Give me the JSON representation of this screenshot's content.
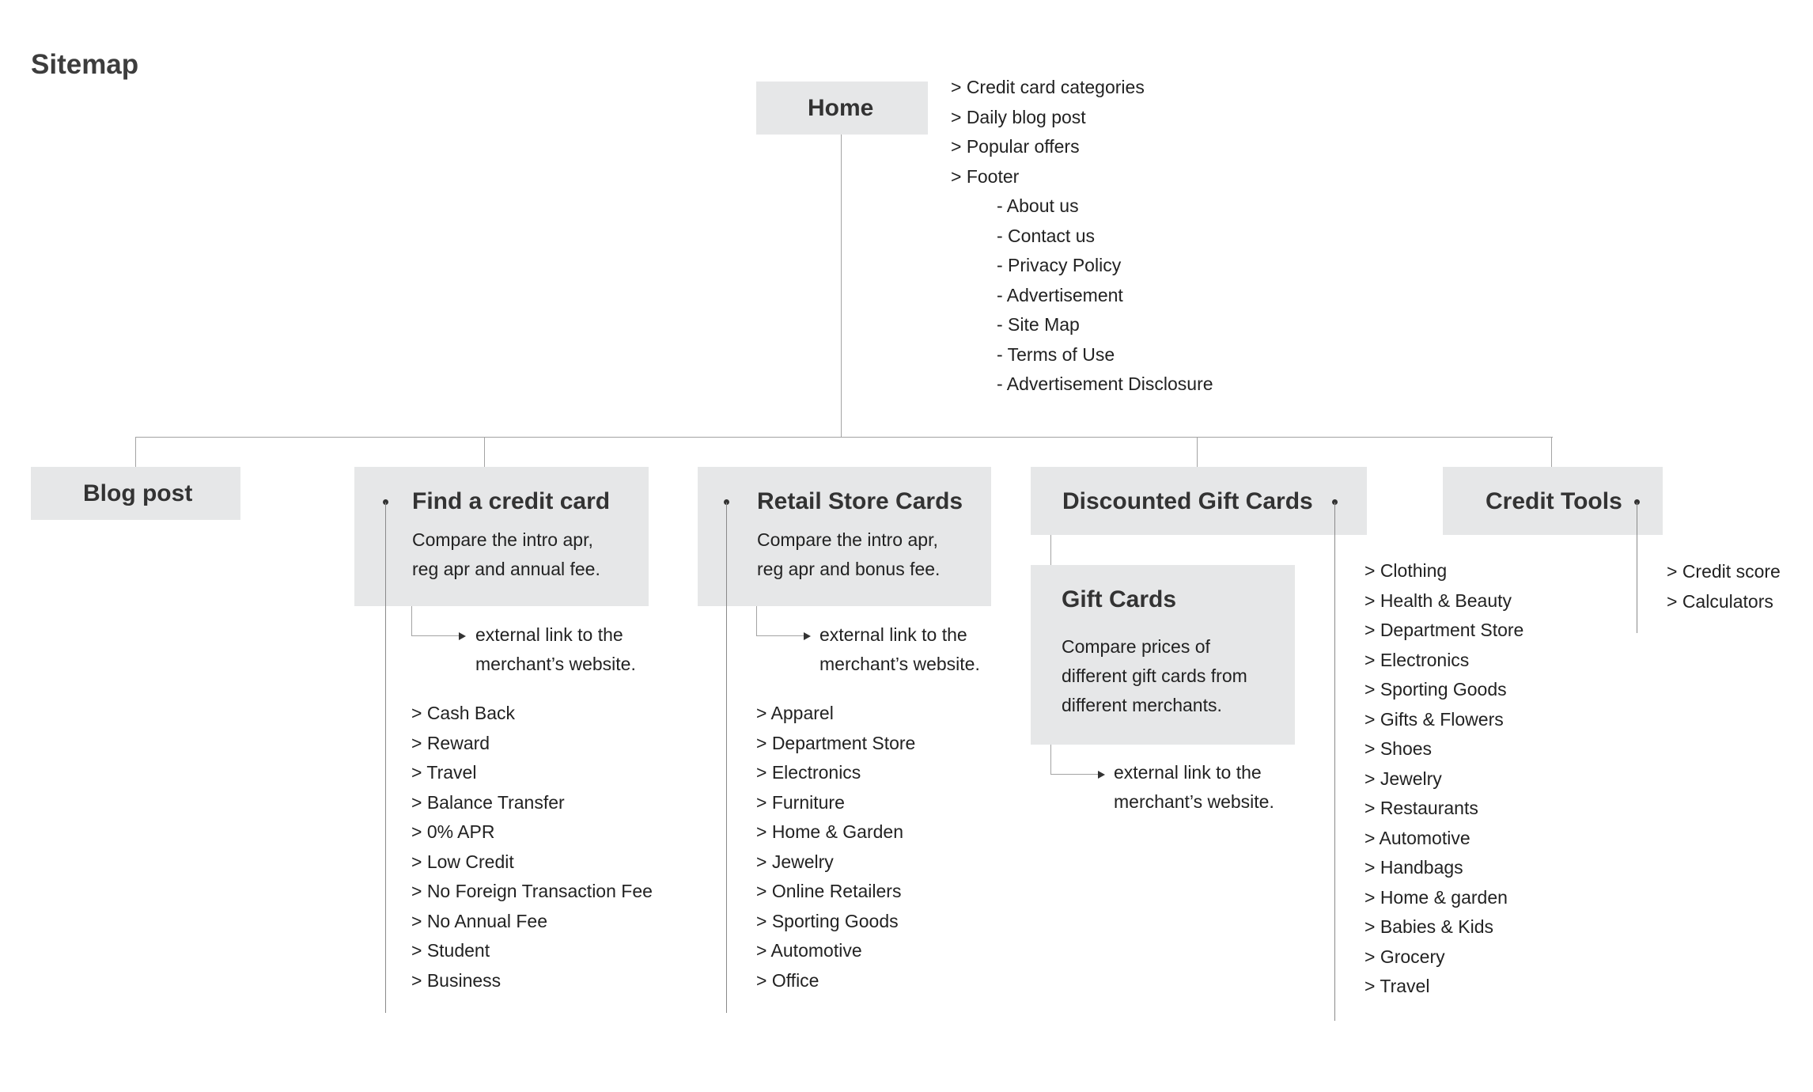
{
  "title": "Sitemap",
  "home": {
    "label": "Home",
    "sections": [
      "> Credit card categories",
      "> Daily blog post",
      "> Popular offers",
      "> Footer"
    ],
    "footer_links": [
      "- About us",
      "- Contact us",
      "- Privacy Policy",
      "- Advertisement",
      "- Site Map",
      "- Terms of Use",
      "- Advertisement Disclosure"
    ]
  },
  "blog_post": {
    "label": "Blog post"
  },
  "find_card": {
    "label": "Find a credit card",
    "desc_line1": "Compare the intro apr,",
    "desc_line2": "reg apr and annual fee.",
    "link_line1": "external link to the",
    "link_line2": "merchant’s website.",
    "items": [
      "> Cash Back",
      "> Reward",
      "> Travel",
      "> Balance Transfer",
      "> 0% APR",
      "> Low Credit",
      "> No Foreign Transaction Fee",
      "> No Annual Fee",
      "> Student",
      "> Business"
    ]
  },
  "retail_cards": {
    "label": "Retail Store Cards",
    "desc_line1": "Compare the intro apr,",
    "desc_line2": "reg apr and bonus fee.",
    "link_line1": "external link to the",
    "link_line2": "merchant’s website.",
    "items": [
      "> Apparel",
      "> Department Store",
      "> Electronics",
      "> Furniture",
      "> Home & Garden",
      "> Jewelry",
      "> Online Retailers",
      "> Sporting Goods",
      "> Automotive",
      "> Office"
    ]
  },
  "gift_cards": {
    "label": "Discounted Gift Cards",
    "sub_label": "Gift Cards",
    "desc_line1": "Compare prices of",
    "desc_line2": "different gift cards from",
    "desc_line3": "different merchants.",
    "link_line1": "external link to the",
    "link_line2": "merchant’s website.",
    "items": [
      "> Clothing",
      "> Health & Beauty",
      "> Department Store",
      "> Electronics",
      "> Sporting Goods",
      "> Gifts & Flowers",
      "> Shoes",
      "> Jewelry",
      "> Restaurants",
      "> Automotive",
      "> Handbags",
      "> Home & garden",
      "> Babies & Kids",
      "> Grocery",
      "> Travel"
    ]
  },
  "credit_tools": {
    "label": "Credit Tools",
    "items": [
      "> Credit score",
      "> Calculators"
    ]
  },
  "colors": {
    "box_fill": "#e6e7e8",
    "connector": "#a3a3a3",
    "text": "#222222"
  }
}
